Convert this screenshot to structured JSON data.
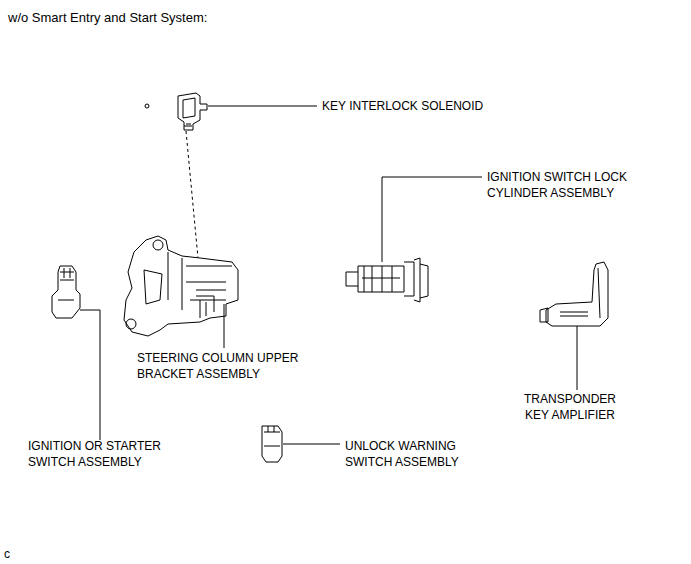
{
  "diagram": {
    "title": "w/o Smart Entry and Start System:",
    "labels": [
      "KEY INTERLOCK SOLENOID",
      "IGNITION SWITCH LOCK CYLINDER ASSEMBLY",
      "STEERING COLUMN UPPER BRACKET ASSEMBLY",
      "TRANSPONDER KEY AMPLIFIER",
      "IGNITION OR STARTER SWITCH ASSEMBLY",
      "UNLOCK WARNING SWITCH ASSEMBLY",
      "c"
    ]
  }
}
